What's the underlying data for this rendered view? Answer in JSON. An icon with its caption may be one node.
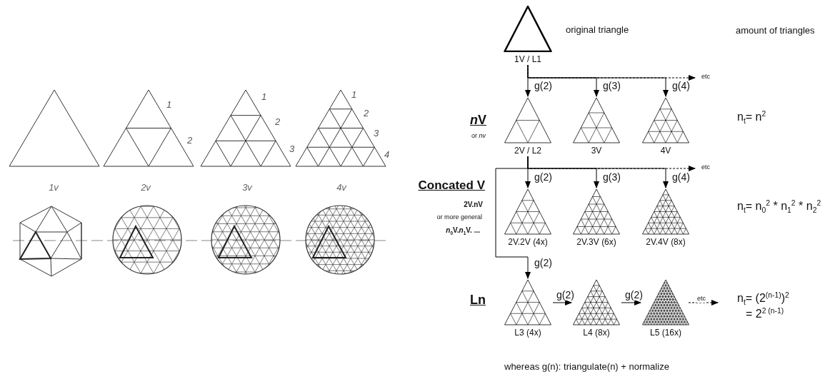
{
  "diagram": {
    "nodes": [
      {
        "text": [
          "1V / L1"
        ],
        "beside": [
          "original triangle"
        ]
      },
      {
        "text": [
          "2V / L2"
        ]
      },
      {
        "text": [
          "3V"
        ]
      },
      {
        "text": [
          "4V"
        ]
      },
      {
        "text": [
          "2V.2V (4x)"
        ]
      },
      {
        "text": [
          "2V.3V (6x)"
        ]
      },
      {
        "text": [
          "2V.4V (8x)"
        ]
      },
      {
        "text": [
          "L3 (4x)"
        ]
      },
      {
        "text": [
          "L4 (8x)"
        ]
      },
      {
        "text": [
          "L5 (16x)"
        ]
      }
    ],
    "edges": [
      {
        "from": 0,
        "to": 1,
        "arrow": "to",
        "label": "g(2)"
      },
      {
        "from": 0,
        "to": 2,
        "arrow": "to",
        "label": "g(3)"
      },
      {
        "from": 0,
        "to": 3,
        "arrow": "to",
        "label": "g(4)"
      },
      {
        "from": 0,
        "to": null,
        "arrow": "to",
        "label": "etc",
        "style": "dashed"
      },
      {
        "from": 1,
        "to": 4,
        "arrow": "to",
        "label": "g(2)"
      },
      {
        "from": 1,
        "to": 5,
        "arrow": "to",
        "label": "g(3)"
      },
      {
        "from": 1,
        "to": 6,
        "arrow": "to",
        "label": "g(4)"
      },
      {
        "from": 1,
        "to": null,
        "arrow": "to",
        "label": "etc",
        "style": "dashed"
      },
      {
        "from": 1,
        "to": 7,
        "arrow": "to",
        "label": "g(2)"
      },
      {
        "from": 7,
        "to": 8,
        "arrow": "to",
        "label": "g(2)"
      },
      {
        "from": 8,
        "to": 9,
        "arrow": "to",
        "label": "g(2)"
      },
      {
        "from": 9,
        "to": null,
        "arrow": "to",
        "label": "etc",
        "style": "dashed"
      }
    ],
    "labels": [
      "1",
      "2",
      "1",
      "2",
      "3",
      "1",
      "2",
      "3",
      "4",
      "1v",
      "2v",
      "3v",
      "4v",
      "amount of triangles",
      "nV",
      "or *nv*",
      "n$_{t}$= n$^{2}$",
      "Concated V",
      "2V.nV",
      "or more general",
      "*n*$_{0}$V.*n*$_{1}$V. ...",
      "n$_{t}$= n$_{0}$$^{2}$ * n$_{1}$$^{2}$ * n$_{2}$$^{2}$ ...",
      "Ln",
      "n$_{t}$= (2$^{(n-1)}$)$^{2}$",
      "= 2$^{2 (n-1)}$",
      "whereas g(n): triangulate(n) + normalize"
    ]
  }
}
